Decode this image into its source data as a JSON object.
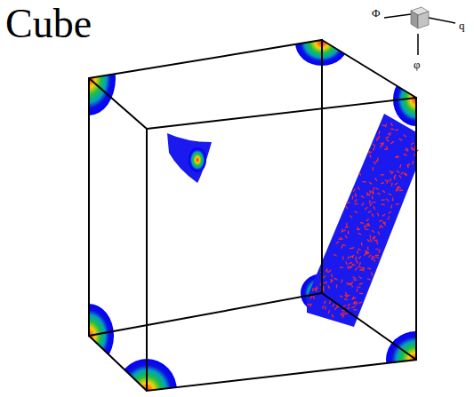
{
  "diagram": {
    "title": "Cube",
    "labels": [
      "Φ",
      "q",
      "φ"
    ]
  }
}
